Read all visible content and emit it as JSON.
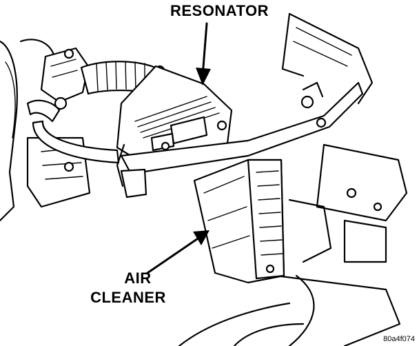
{
  "labels": {
    "resonator": "RESONATOR",
    "air_cleaner_line1": "AIR",
    "air_cleaner_line2": "CLEANER"
  },
  "figure_id": "80a4f074",
  "colors": {
    "ink": "#000000",
    "paper": "#ffffff"
  }
}
